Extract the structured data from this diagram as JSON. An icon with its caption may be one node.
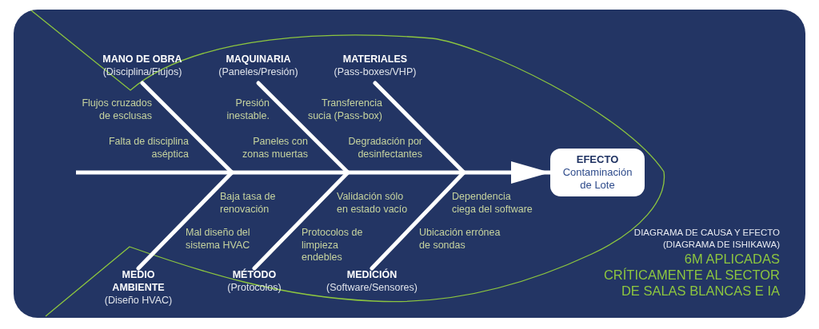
{
  "diagram": {
    "title": "DIAGRAMA DE CAUSA Y EFECTO (DIAGRAMA DE ISHIKAWA)",
    "caption": "6M APLICADAS CRÍTICAMENTE AL SECTOR DE SALAS BLANCAS E IA",
    "nodes": [
      {
        "text": [
          "MANO DE OBRA",
          "(Disciplina/Flujos)"
        ]
      },
      {
        "text": [
          "MAQUINARIA",
          "(Paneles/Presión)"
        ]
      },
      {
        "text": [
          "MATERIALES",
          "(Pass-boxes/VHP)"
        ]
      },
      {
        "text": [
          "EFECTO",
          "Contaminación de Lote"
        ]
      },
      {
        "text": [
          "MEDIO AMBIENTE",
          "(Diseño HVAC)"
        ]
      },
      {
        "text": [
          "MÉTODO",
          "(Protocolos)"
        ]
      },
      {
        "text": [
          "MEDICIÓN",
          "(Software/Sensores)"
        ]
      }
    ],
    "edges": [
      {
        "from": null,
        "to": 3,
        "arrow": "to"
      },
      {
        "from": 0,
        "to": 3,
        "arrow": "to"
      },
      {
        "from": 1,
        "to": 3,
        "arrow": "to"
      },
      {
        "from": 2,
        "to": 3,
        "arrow": "to"
      },
      {
        "from": 4,
        "to": 3,
        "arrow": "to"
      },
      {
        "from": 5,
        "to": 3,
        "arrow": "to"
      },
      {
        "from": 6,
        "to": 3,
        "arrow": "to"
      }
    ],
    "labels": [
      "Flujos cruzados de esclusas",
      "Presión inestable.",
      "Transferencia sucia (Pass-box)",
      "Falta de disciplina aséptica",
      "Paneles con zonas muertas",
      "Degradación por desinfectantes",
      "Baja tasa de renovación",
      "Validación sólo en estado vacío",
      "Dependencia ciega del software",
      "Mal diseño del sistema HVAC",
      "Protocolos de limpieza endebles",
      "Ubicación errónea de sondas"
    ]
  }
}
